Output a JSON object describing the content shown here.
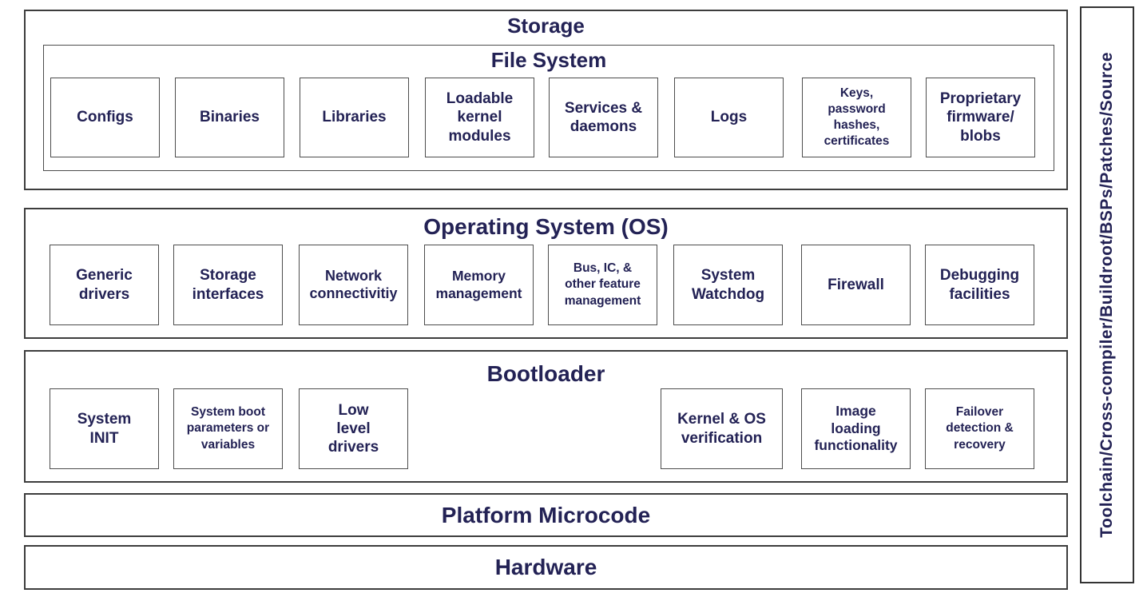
{
  "colors": {
    "text": "#232255",
    "outer_border": "#3d3d3d",
    "inner_border": "#4d4d4d",
    "background": "#ffffff"
  },
  "sections": {
    "storage": {
      "title": "Storage",
      "file_system": {
        "title": "File System",
        "items": [
          "Configs",
          "Binaries",
          "Libraries",
          "Loadable\nkernel\nmodules",
          "Services &\ndaemons",
          "Logs",
          "Keys,\npassword\nhashes,\ncertificates",
          "Proprietary\nfirmware/\nblobs"
        ]
      }
    },
    "os": {
      "title": "Operating System (OS)",
      "items": [
        "Generic\ndrivers",
        "Storage\ninterfaces",
        "Network\nconnectivitiy",
        "Memory\nmanagement",
        "Bus, IC, &\nother feature\nmanagement",
        "System\nWatchdog",
        "Firewall",
        "Debugging\nfacilities"
      ]
    },
    "bootloader": {
      "title": "Bootloader",
      "items": [
        "System\nINIT",
        "System boot\nparameters or\nvariables",
        "Low\nlevel\ndrivers",
        "Kernel & OS\nverification",
        "Image\nloading\nfunctionality",
        "Failover\ndetection &\nrecovery"
      ]
    },
    "platform_microcode": {
      "title": "Platform Microcode"
    },
    "hardware": {
      "title": "Hardware"
    },
    "toolchain": {
      "title": "Toolchain/Cross-compiler/Buildroot/BSPs/Patches/Source"
    }
  }
}
